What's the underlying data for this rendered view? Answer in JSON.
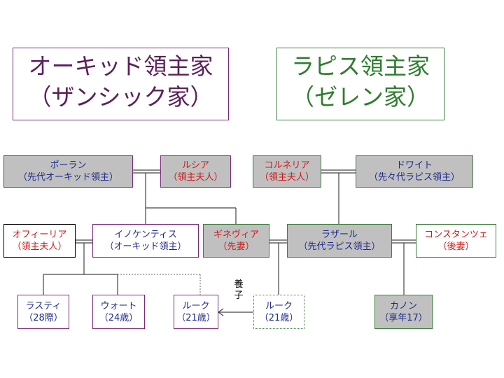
{
  "titles": {
    "orchid": {
      "line1": "オーキッド領主家",
      "line2": "（ザンシック家）",
      "color": "#5c1f5c",
      "border": "#7a2a7a"
    },
    "lapis": {
      "line1": "ラピス領主家",
      "line2": "（ゼレン家）",
      "color": "#2e7d2e",
      "border": "#3f7d3f"
    }
  },
  "people": {
    "pauran": {
      "name": "ポーラン",
      "role": "（先代オーキッド領主）"
    },
    "lucia": {
      "name": "ルシア",
      "role": "（領主夫人）"
    },
    "cornelia": {
      "name": "コルネリア",
      "role": "（領主夫人）"
    },
    "dwight": {
      "name": "ドワイト",
      "role": "（先々代ラピス領主）"
    },
    "ophelia": {
      "name": "オフィーリア",
      "role": "（領主夫人）"
    },
    "innocentis": {
      "name": "イノケンティス",
      "role": "（オーキッド領主）"
    },
    "genevia": {
      "name": "ギネヴィア",
      "role": "（先妻）"
    },
    "lazar": {
      "name": "ラザール",
      "role": "（先代ラピス領主）"
    },
    "constanze": {
      "name": "コンスタンツェ",
      "role": "（後妻）"
    },
    "rusty": {
      "name": "ラスティ",
      "role": "（28際）"
    },
    "walt": {
      "name": "ウォート",
      "role": "（24歳）"
    },
    "luke_orchid": {
      "name": "ルーク",
      "role": "（21歳）"
    },
    "luke_lapis": {
      "name": "ルーク",
      "role": "（21歳）"
    },
    "kanon": {
      "name": "カノン",
      "role": "（享年17）"
    }
  },
  "adoption_note": {
    "char1": "養",
    "char2": "子"
  }
}
